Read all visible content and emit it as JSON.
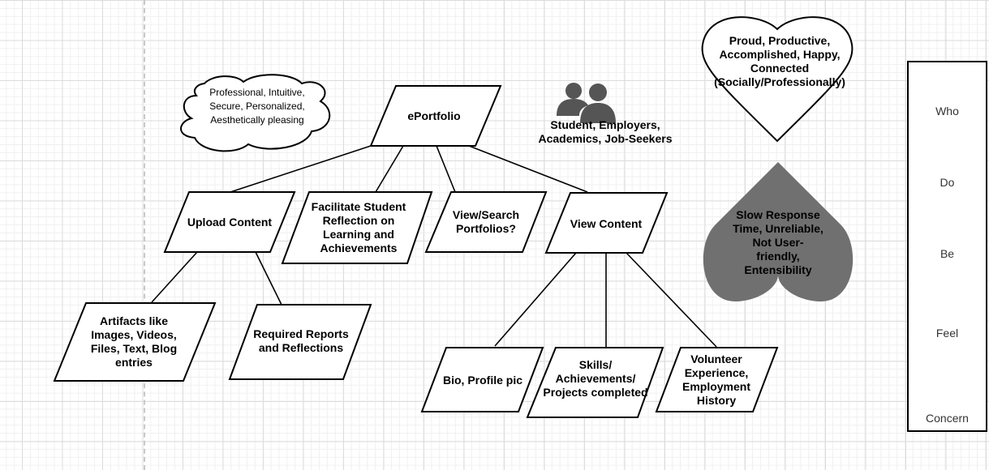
{
  "diagram": {
    "title": "ePortfolio",
    "colors": {
      "stroke": "#000000",
      "fill": "#ffffff",
      "concern_fill": "#707070",
      "icon_fill": "#555555",
      "grid_major": "#dcdcdc",
      "grid_minor": "#f0f0f0"
    },
    "nodes": {
      "root": "ePortfolio",
      "upload": "Upload Content",
      "reflection": "Facilitate Student\nReflection on\nLearning and\nAchievements",
      "search": "View/Search\nPortfolios?",
      "view": "View Content",
      "artifacts": "Artifacts like\nImages, Videos,\nFiles, Text, Blog\nentries",
      "reports": "Required Reports\nand Reflections",
      "bio": "Bio, Profile pic",
      "skills": "Skills/\nAchievements/\nProjects completed",
      "volunteer": "Volunteer\nExperience,\nEmployment\nHistory"
    },
    "edges": [
      [
        "root",
        "upload"
      ],
      [
        "root",
        "reflection"
      ],
      [
        "root",
        "search"
      ],
      [
        "root",
        "view"
      ],
      [
        "upload",
        "artifacts"
      ],
      [
        "upload",
        "reports"
      ],
      [
        "view",
        "bio"
      ],
      [
        "view",
        "skills"
      ],
      [
        "view",
        "volunteer"
      ]
    ],
    "be": "Professional, Intuitive,\nSecure, Personalized,\nAesthetically pleasing",
    "who": "Student, Employers,\nAcademics, Job-Seekers",
    "feel": "Proud, Productive,\nAccomplished, Happy,\nConnected\n(Socially/Professionally)",
    "concern": "Slow Response\nTime, Unreliable,\nNot User-\nfriendly,\nEntensibility"
  },
  "legend": {
    "items": [
      {
        "icon": "people-icon",
        "label": "Who"
      },
      {
        "icon": "parallelogram-icon",
        "label": "Do"
      },
      {
        "icon": "cloud-icon",
        "label": "Be"
      },
      {
        "icon": "heart-outline-icon",
        "label": "Feel"
      },
      {
        "icon": "heart-filled-icon",
        "label": "Concern"
      }
    ]
  }
}
